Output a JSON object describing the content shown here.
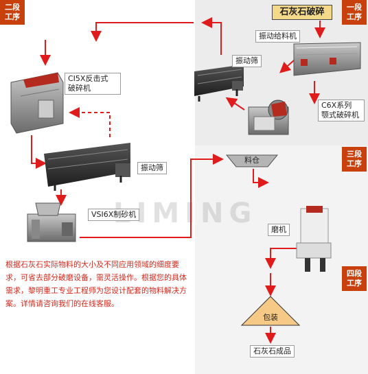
{
  "stages": {
    "stage2": {
      "line1": "二段",
      "line2": "工序"
    },
    "stage1": {
      "line1": "一段",
      "line2": "工序"
    },
    "stage3": {
      "line1": "三段",
      "line2": "工序"
    },
    "stage4": {
      "line1": "四段",
      "line2": "工序"
    }
  },
  "start_label": "石灰石破碎",
  "machines": {
    "vibrating_feeder": "振动给料机",
    "vibrating_screen_top": "振动筛",
    "jaw_crusher": "C6X系列\n颚式破碎机",
    "impact_crusher": "CI5X反击式\n破碎机",
    "vibrating_screen_mid": "振动筛",
    "sand_maker": "VSI6X制砂机",
    "silo": "料仓",
    "mill": "磨机",
    "packing": "包装",
    "product": "石灰石成品"
  },
  "description": "根据石灰石实际物料的大小及不同应用领域的细度要求，可省去部分破磨设备，需灵活操作。根据您的具体需求，黎明重工专业工程师为您设计配套的物料解决方案。详情请咨询我们的在线客服。",
  "watermark": "LIMING",
  "colors": {
    "arrow": "#e01b1b",
    "stage_tag": "#c8410c",
    "start_bg": "#f5d98a",
    "description": "#d42a1e"
  }
}
